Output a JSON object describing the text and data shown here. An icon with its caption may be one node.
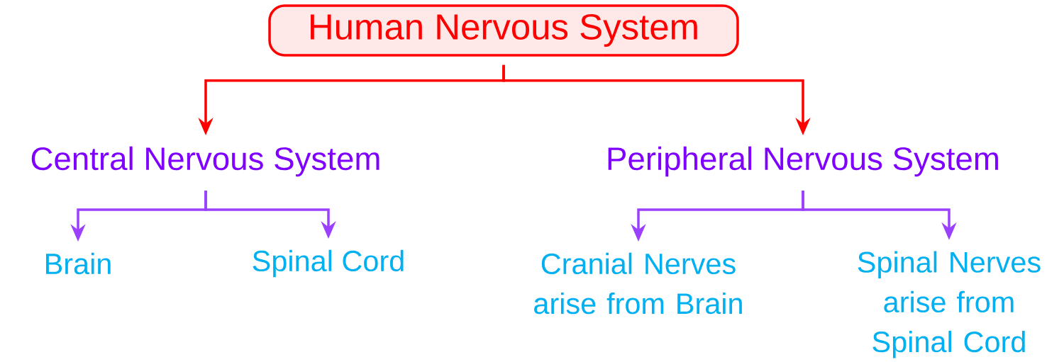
{
  "diagram": {
    "nodes": [
      {
        "text": [
          "Human Nervous System"
        ]
      },
      {
        "text": [
          "Central Nervous System"
        ]
      },
      {
        "text": [
          "Peripheral Nervous System"
        ]
      },
      {
        "text": [
          "Brain"
        ]
      },
      {
        "text": [
          "Spinal Cord"
        ]
      },
      {
        "text": [
          "Cranial Nerves arise from Brain"
        ]
      },
      {
        "text": [
          "Spinal Nerves arise from Spinal Cord"
        ]
      }
    ],
    "edges": [
      {
        "from": 0,
        "to": 1,
        "arrow": "to",
        "color": "#ff0000"
      },
      {
        "from": 0,
        "to": 2,
        "arrow": "to",
        "color": "#ff0000"
      },
      {
        "from": 1,
        "to": 3,
        "arrow": "to",
        "color": "#9b40ff"
      },
      {
        "from": 1,
        "to": 4,
        "arrow": "to",
        "color": "#9b40ff"
      },
      {
        "from": 2,
        "to": 5,
        "arrow": "to",
        "color": "#9b40ff"
      },
      {
        "from": 2,
        "to": 6,
        "arrow": "to",
        "color": "#9b40ff"
      }
    ]
  }
}
